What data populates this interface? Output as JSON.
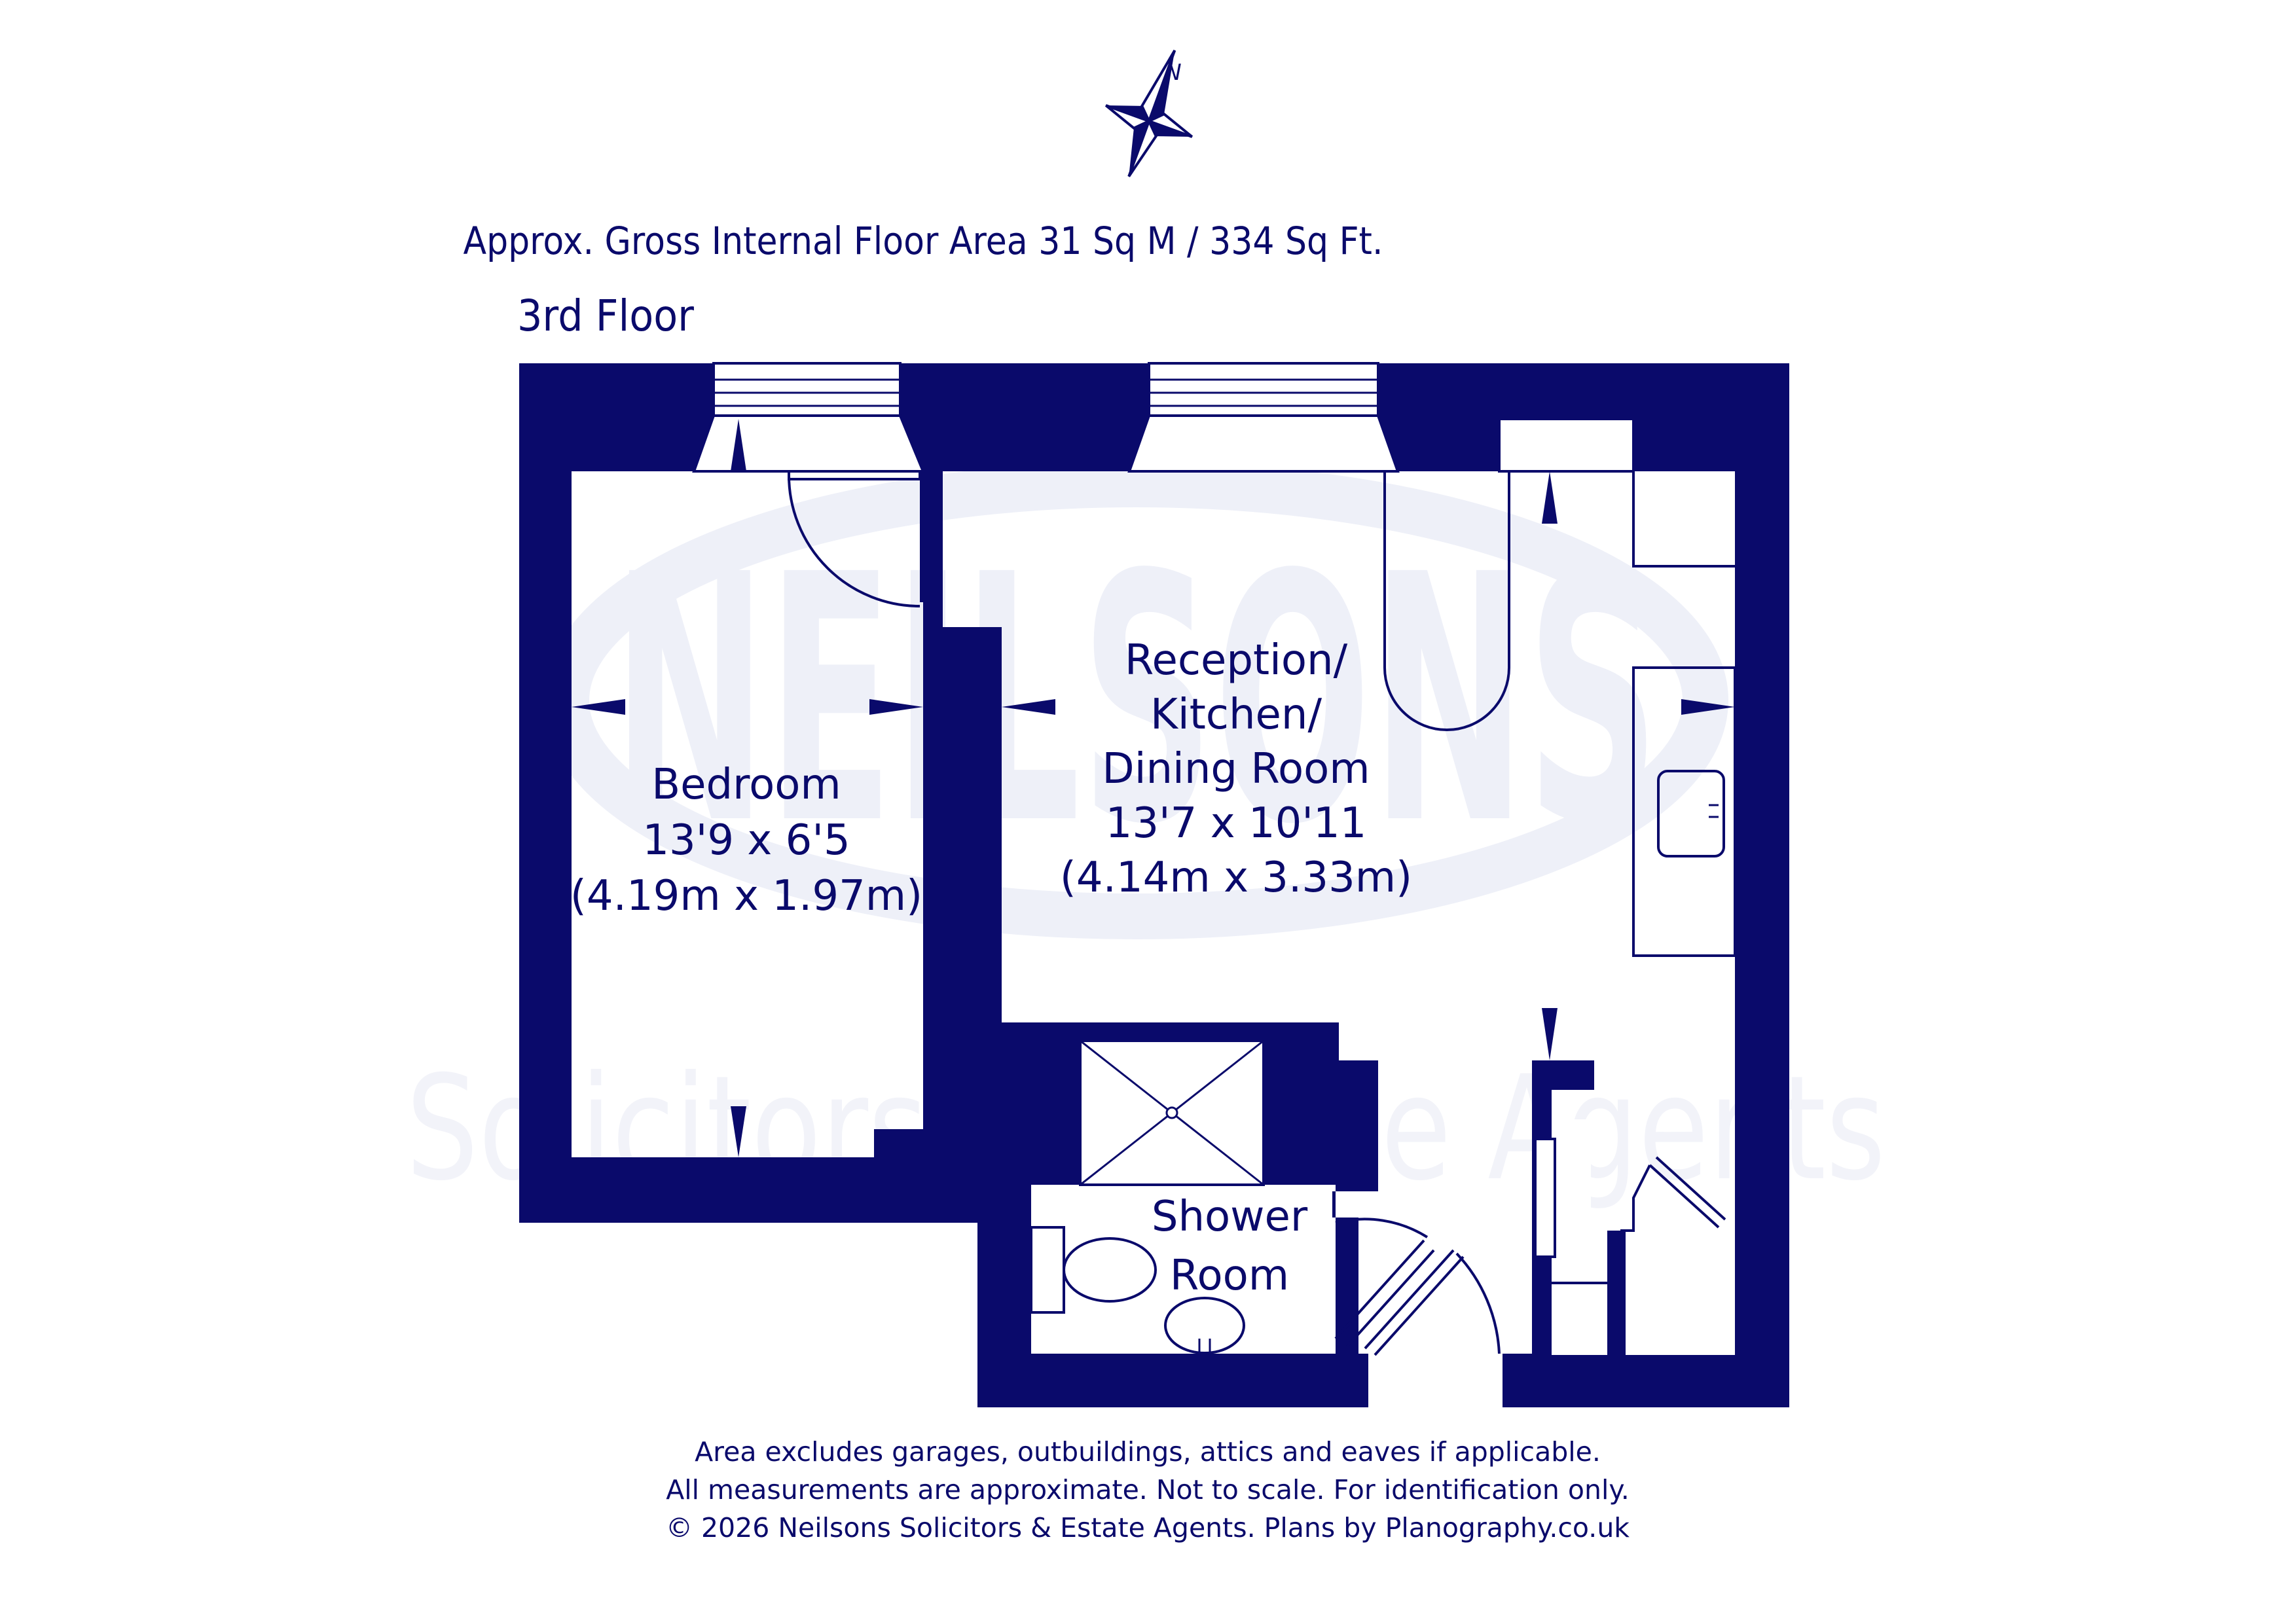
{
  "header": {
    "area": "Approx. Gross Internal Floor Area 31 Sq M / 334 Sq Ft.",
    "floor": "3rd Floor",
    "compass_letter": "N"
  },
  "rooms": {
    "bedroom": {
      "name": "Bedroom",
      "dim_imperial": "13'9 x 6'5",
      "dim_metric": "(4.19m x 1.97m)"
    },
    "reception": {
      "line1": "Reception/",
      "line2": "Kitchen/",
      "line3": "Dining Room",
      "dim_imperial": "13'7 x 10'11",
      "dim_metric": "(4.14m x 3.33m)"
    },
    "shower": {
      "line1": "Shower",
      "line2": "Room"
    }
  },
  "watermark": {
    "logo_text": "NEILSONS",
    "tagline": "Solicitors & Estate Agents"
  },
  "footer": {
    "line1": "Area excludes garages, outbuildings, attics and eaves if applicable.",
    "line2": "All measurements are approximate. Not to scale. For identification only.",
    "line3": "© 2026 Neilsons Solicitors & Estate Agents. Plans by Planography.co.uk"
  },
  "colors": {
    "ink": "#0a0a6b",
    "paper": "#ffffff",
    "watermark": "#eef0f8"
  },
  "icons": [
    "compass-icon",
    "window-icon",
    "door-swing-icon",
    "shower-tray-icon",
    "toilet-icon",
    "basin-icon",
    "sink-icon",
    "dimension-arrow-icon"
  ]
}
